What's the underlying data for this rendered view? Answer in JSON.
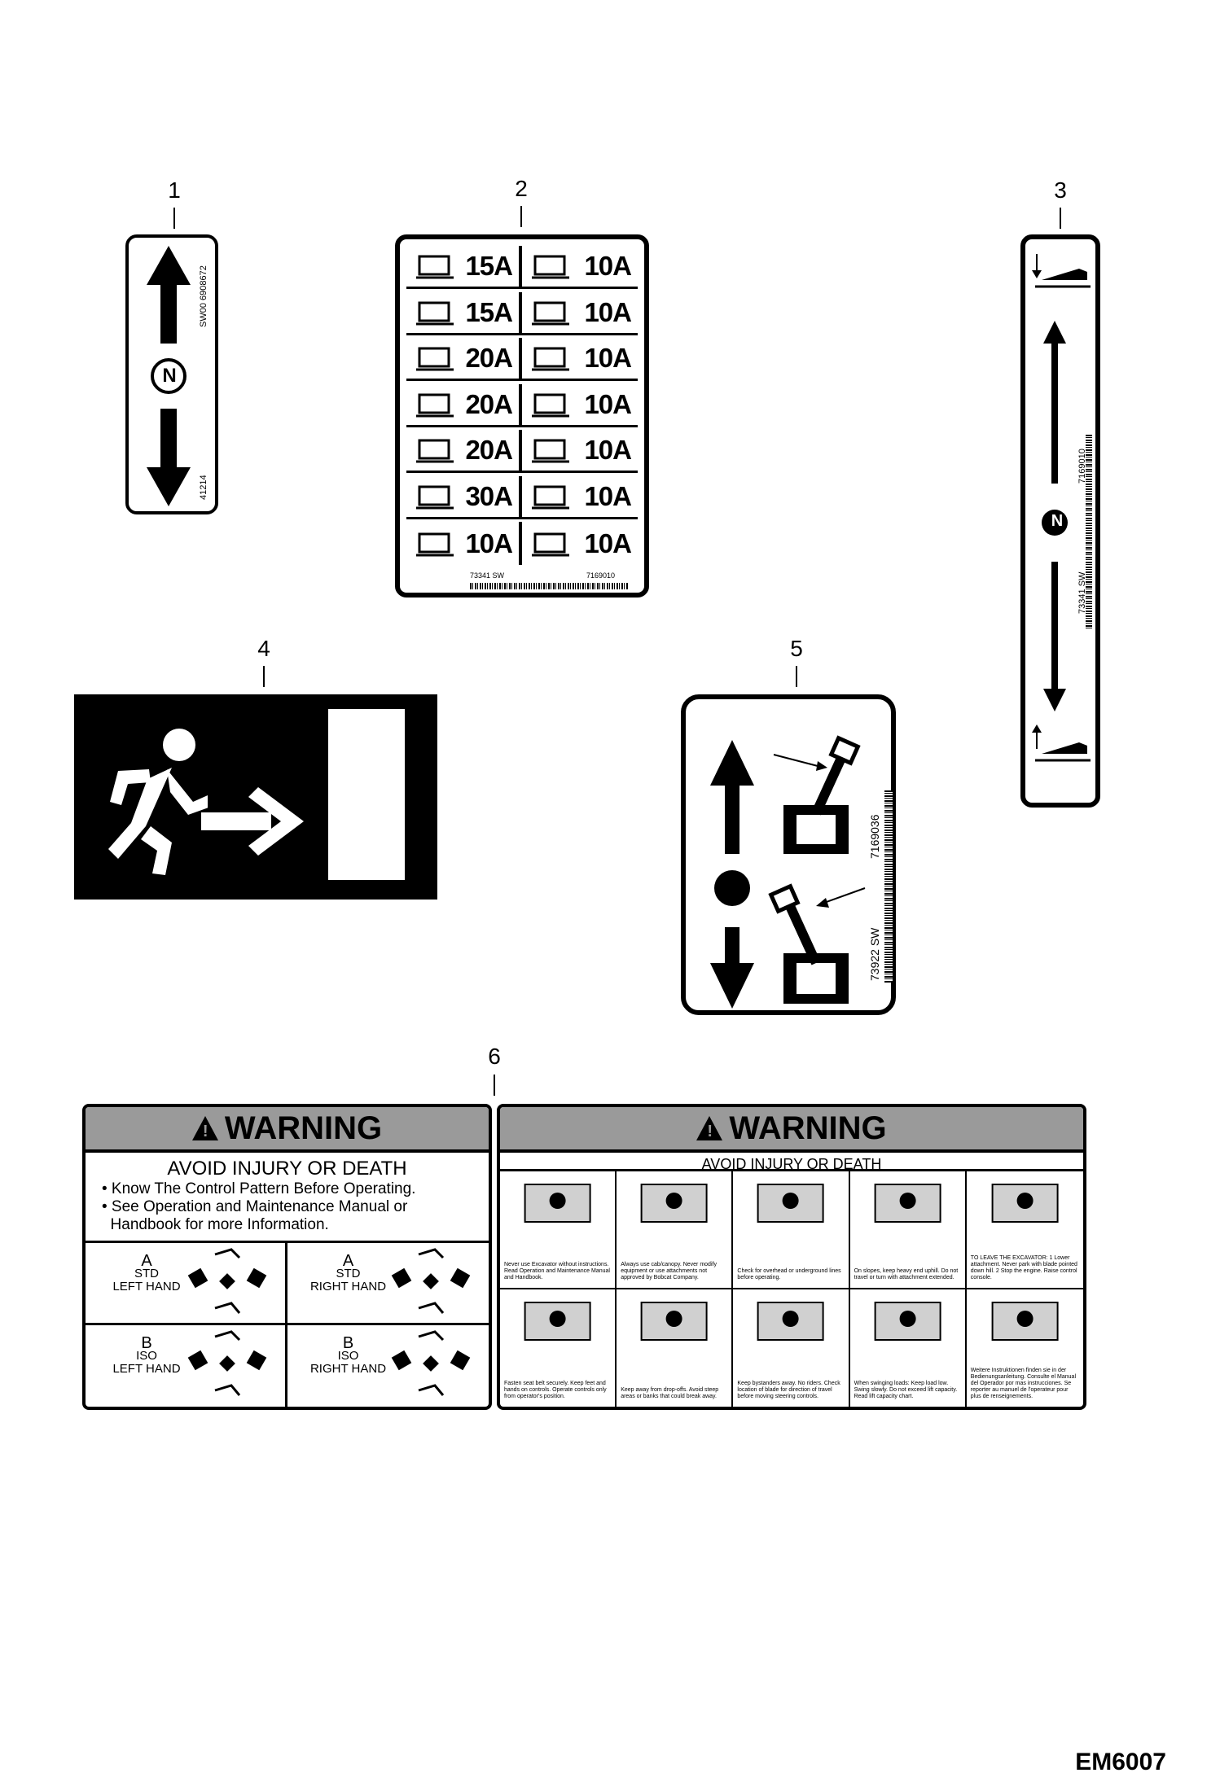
{
  "callouts": [
    "1",
    "2",
    "3",
    "4",
    "5",
    "6"
  ],
  "decal1": {
    "code_top": "SW00 6908672",
    "code_bottom": "41214",
    "neutral": "N"
  },
  "decal2": {
    "fuses": [
      {
        "icon": "computer-icon",
        "amp": "15A"
      },
      {
        "icon": "beacon-horn-icon",
        "amp": "10A"
      },
      {
        "icon": "joystick-icon",
        "amp": "15A"
      },
      {
        "icon": "accessory-icon",
        "amp": "10A"
      },
      {
        "icon": "fan-icon",
        "amp": "20A"
      },
      {
        "icon": "wiper-icon",
        "amp": "10A"
      },
      {
        "icon": "ac-snowflake-icon",
        "amp": "20A"
      },
      {
        "icon": "radio-fan-icon",
        "amp": "10A"
      },
      {
        "icon": "fuel-heater-icon",
        "amp": "20A"
      },
      {
        "icon": "display-icon",
        "amp": "10A"
      },
      {
        "icon": "work-light-icon",
        "amp": "30A"
      },
      {
        "icon": "horn-travel-icon",
        "amp": "10A"
      },
      {
        "icon": "engine-icon",
        "amp": "10A"
      },
      {
        "icon": "engine-alt-icon",
        "amp": "10A"
      }
    ],
    "code_left": "73341 SW",
    "code_right": "7169010"
  },
  "decal3": {
    "code_a": "7169010",
    "code_b": "73341 SW",
    "neutral": "N"
  },
  "decal5": {
    "code_a": "7169036",
    "code_b": "73922 SW"
  },
  "decal6_left": {
    "header": "WARNING",
    "subtitle": "AVOID INJURY OR DEATH",
    "bullets": [
      "• Know The Control Pattern Before Operating.",
      "• See Operation and Maintenance Manual or",
      "  Handbook for more Information."
    ],
    "patterns": [
      {
        "letter": "A",
        "line1": "STD",
        "line2": "LEFT HAND"
      },
      {
        "letter": "A",
        "line1": "STD",
        "line2": "RIGHT HAND"
      },
      {
        "letter": "B",
        "line1": "ISO",
        "line2": "LEFT HAND"
      },
      {
        "letter": "B",
        "line1": "ISO",
        "line2": "RIGHT HAND"
      }
    ]
  },
  "decal6_right": {
    "header": "WARNING",
    "subtitle": "AVOID INJURY OR DEATH",
    "cells": [
      "Never use Excavator without instructions. Read Operation and Maintenance Manual and Handbook.",
      "Always use cab/canopy. Never modify equipment or use attachments not approved by Bobcat Company.",
      "Check for overhead or underground lines before operating.",
      "On slopes, keep heavy end uphill. Do not travel or turn with attachment extended.",
      "TO LEAVE THE EXCAVATOR: 1 Lower attachment. Never park with blade pointed down hill. 2 Stop the engine. Raise control console.",
      "Fasten seat belt securely. Keep feet and hands on controls. Operate controls only from operator's position.",
      "Keep away from drop-offs. Avoid steep areas or banks that could break away.",
      "Keep bystanders away. No riders. Check location of blade for direction of travel before moving steering controls.",
      "When swinging loads: Keep load low. Swing slowly. Do not exceed lift capacity. Read lift capacity chart.",
      "Weitere Instruktionen finden sie in der Bedienungsanleitung. Consulte el Manual del Operador por mas instrucciones. Se reporter au manuel de l'operateur pour plus de renseignements."
    ]
  },
  "figure_code": "EM6007"
}
